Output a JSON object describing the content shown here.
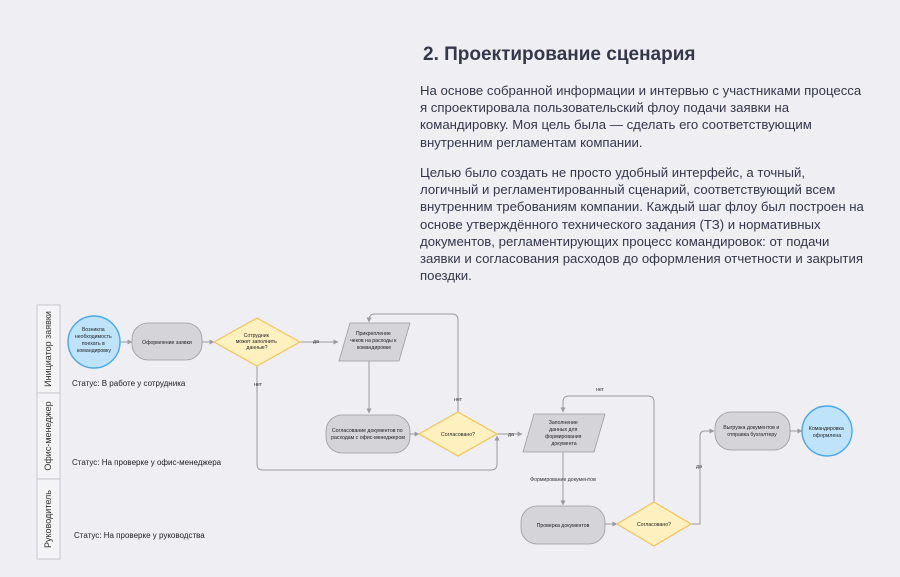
{
  "section": {
    "title": "2. Проектирование сценария",
    "paragraph1": "На основе собранной информации и интервью с участниками процесса я спроектировала пользовательский флоу подачи заявки на командировку. Моя цель была — сделать его соответствующим внутренним регламентам компании.",
    "paragraph2": "Целью было создать не просто удобный интерфейс, а точный, логичный и регламентированный сценарий, соответствующий всем внутренним требованиям компании. Каждый шаг флоу был построен на основе утверждённого технического задания (ТЗ) и нормативных документов, регламентирующих процесс командировок: от подачи заявки и согласования расходов до оформления отчетности и закрытия поездки."
  },
  "lanes": [
    {
      "label": "Инициатор заявки",
      "status": "Статус: В работе у сотрудника"
    },
    {
      "label": "Офис-менеджер",
      "status": "Статус: На проверке у офис-менеджера"
    },
    {
      "label": "Руководитель",
      "status": "Статус: На проверке у руководства"
    }
  ],
  "nodes": {
    "start": [
      "Возникла",
      "необходимость",
      "поехать в",
      "командировку"
    ],
    "form": [
      "Оформление заявки"
    ],
    "check_data": [
      "Сотрудник",
      "может заполнить",
      "данные?"
    ],
    "attach": [
      "Прикрепление",
      "чеков на расходы к",
      "командировке"
    ],
    "approve_docs_om": [
      "Согласование документов по",
      "расходам с офис-менеджером"
    ],
    "approved_1": [
      "Согласовано?"
    ],
    "fill_data": [
      "Заполнение",
      "данных для",
      "формирования",
      "документа"
    ],
    "check_docs": [
      "Проверка документов"
    ],
    "approved_2": [
      "Согласовано?"
    ],
    "export": [
      "Выгрузка документов и",
      "отправка бухгалтеру"
    ],
    "end": [
      "Командировка",
      "оформлена"
    ]
  },
  "edge_labels": {
    "yes1": "да",
    "no1": "нет",
    "no2": "нет",
    "yes2": "да",
    "form_docs": "Формирование документов",
    "no3": "нет",
    "yes3": "да"
  },
  "colors": {
    "start_fill": "#bfe3fb",
    "start_stroke": "#4aa8e8",
    "process_fill": "#d4d4d9",
    "decision_fill": "#fff0bf",
    "decision_stroke": "#efc45a",
    "arrow": "#9a9aa2"
  }
}
